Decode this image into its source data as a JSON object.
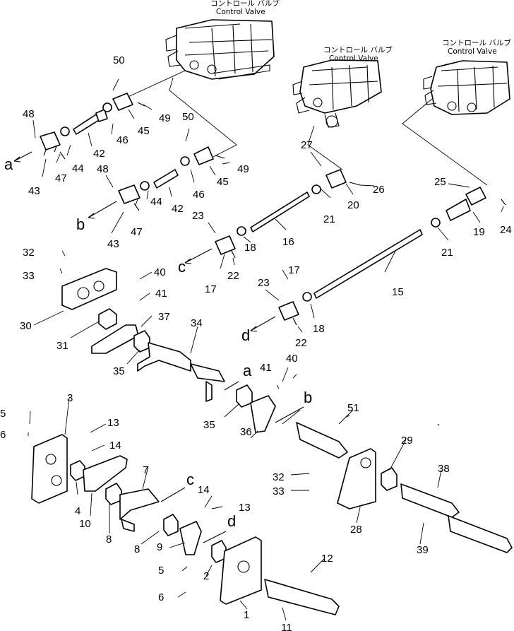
{
  "control_valves": [
    {
      "jp": "コントロール バルブ",
      "en": "Control Valve"
    },
    {
      "jp": "コントロール バルブ",
      "en": "Control Valve"
    },
    {
      "jp": "コントロール バルブ",
      "en": "Control Valve"
    }
  ],
  "letters": [
    "a",
    "b",
    "c",
    "d",
    "a",
    "b",
    "c",
    "d"
  ],
  "part_numbers": [
    "50",
    "48",
    "49",
    "42",
    "46",
    "45",
    "44",
    "a",
    "47",
    "43",
    "50",
    "49",
    "42",
    "46",
    "45",
    "48",
    "44",
    "47",
    "43",
    "27",
    "26",
    "20",
    "21",
    "16",
    "25",
    "24",
    "19",
    "21",
    "23",
    "18",
    "22",
    "17",
    "15",
    "32",
    "33",
    "40",
    "41",
    "37",
    "30",
    "31",
    "34",
    "35",
    "17",
    "23",
    "18",
    "22",
    "40",
    "41",
    "35",
    "36",
    "51",
    "3",
    "5",
    "6",
    "13",
    "14",
    "4",
    "10",
    "7",
    "8",
    "14",
    "13",
    "8",
    "9",
    "5",
    "6",
    "2",
    "1",
    "29",
    "38",
    "32",
    "33",
    "28",
    "39",
    "12",
    "11"
  ]
}
